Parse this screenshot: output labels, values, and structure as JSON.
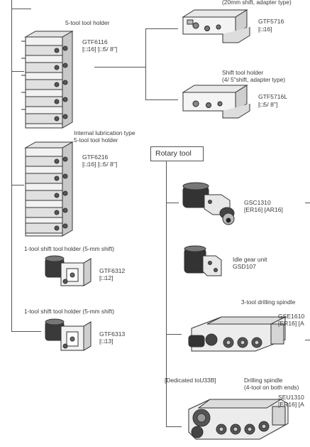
{
  "items": {
    "gtf5716": {
      "title": "(20mm shift, adapter type)",
      "code": "GTF5716",
      "spec": "[□16]"
    },
    "gtf5716l": {
      "title1": "Shift tool holder",
      "title2": "(4/ 5\"shift, adapter type)",
      "code": "GTF5716L",
      "spec": "[□5/ 8\"]"
    },
    "gtf6116": {
      "title": "5-tool tool holder",
      "code": "GTF6116",
      "spec": "[□16] [□5/ 8\"]"
    },
    "gtf6216": {
      "title1": "Internal lubrication type",
      "title2": "5-tool tool holder",
      "code": "GTF6216",
      "spec": "[□16] [□5/ 8\"]"
    },
    "gtf6312": {
      "title": "1-tool shift tool holder (5-mm shift)",
      "code": "GTF6312",
      "spec": "[□12]"
    },
    "gtf6313": {
      "title": "1-tool shift tool holder (5-mm shift)",
      "code": "GTF6313",
      "spec": "[□13]"
    },
    "rotary": {
      "label": "Rotary tool"
    },
    "gsc1310": {
      "code": "GSC1310",
      "spec": "[ER16] [AR16]"
    },
    "gsd107": {
      "title": "Idle gear unit",
      "code": "GSD107"
    },
    "gse1610": {
      "title": "3-tool drilling spindle",
      "code": "GSE1610",
      "spec": "[ER16] [A"
    },
    "seu1310": {
      "dedicated": "[Dedicated toU33B]",
      "title1": "Drilling spindle",
      "title2": "(4-tool on both ends)",
      "code": "SEU1310",
      "spec": "[ER16] [A"
    }
  }
}
